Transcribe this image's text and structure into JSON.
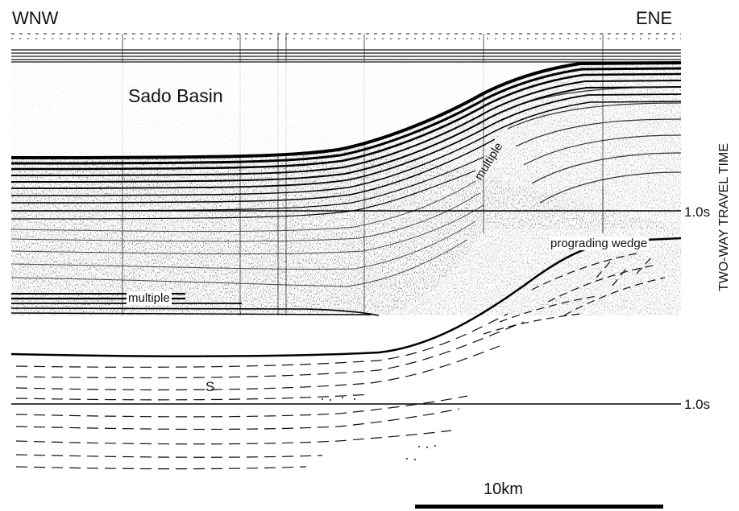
{
  "profile": {
    "direction_left": "WNW",
    "direction_right": "ENE"
  },
  "seismic_section": {
    "basin_label": "Sado Basin",
    "multiple_label_lower": "multiple",
    "multiple_label_slope": "multiple",
    "wedge_label": "prograding wedge",
    "time_marker": "1.0s"
  },
  "interpretation": {
    "unit_label": "S",
    "time_marker": "1.0s"
  },
  "scale_bar": {
    "label": "10km",
    "length_km": 10
  },
  "axis": {
    "label": "TWO-WAY TRAVEL TIME"
  }
}
